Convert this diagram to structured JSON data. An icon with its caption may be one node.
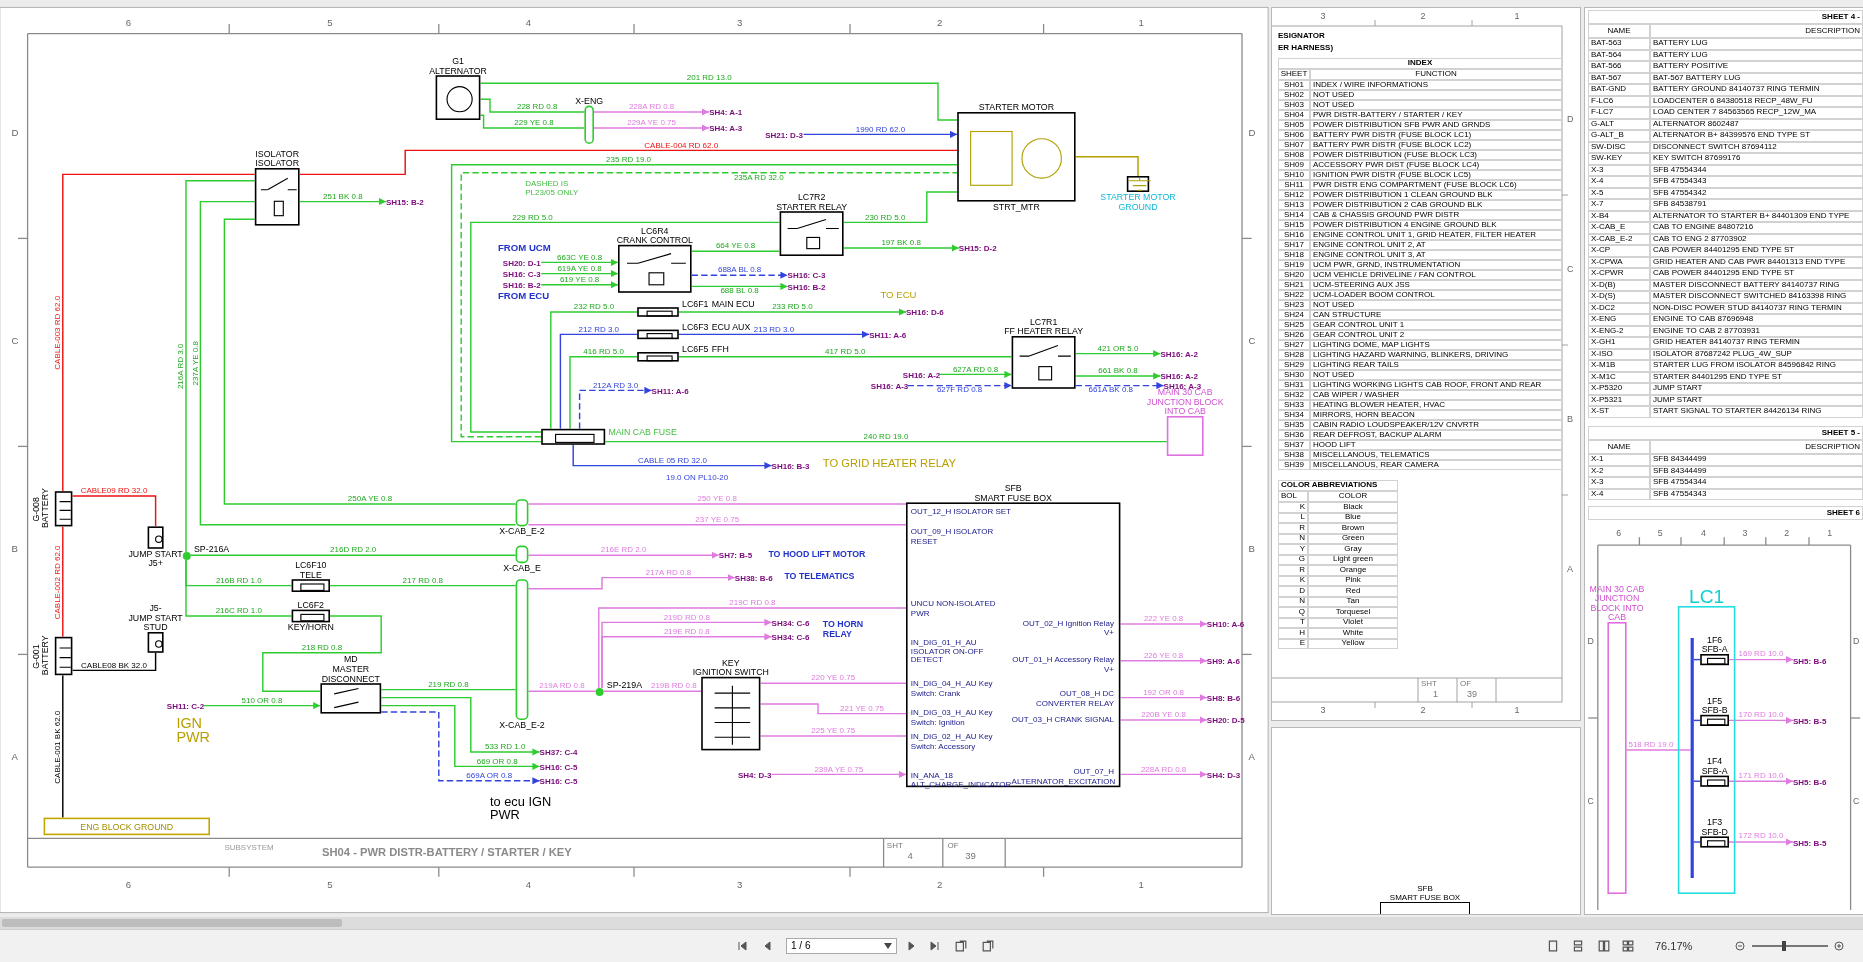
{
  "diagram": {
    "nodes": [
      {
        "text": [
          "G1",
          "ALTERNATOR"
        ]
      },
      {
        "text": [
          "ISOLATOR",
          "ISOLATOR"
        ]
      },
      {
        "text": [
          "G-008",
          "BATTERY"
        ]
      },
      {
        "text": [
          "G-001",
          "BATTERY"
        ]
      },
      {
        "text": [
          "JUMP START",
          "J5+"
        ]
      },
      {
        "text": [
          "J5-",
          "JUMP START STUD"
        ]
      },
      {
        "text": [
          "ENG BLOCK GROUND"
        ]
      },
      {
        "text": [
          "LC6F10",
          "TELE"
        ]
      },
      {
        "text": [
          "LC6F2",
          "KEY/HORN"
        ]
      },
      {
        "text": [
          "MD",
          "MASTER DISCONNECT"
        ]
      },
      {
        "text": [
          "MAIN CAB FUSE"
        ]
      },
      {
        "text": [
          "LC6R4",
          "CRANK CONTROL"
        ]
      },
      {
        "text": [
          "LC6F1",
          "MAIN ECU"
        ]
      },
      {
        "text": [
          "LC6F3",
          "ECU AUX"
        ]
      },
      {
        "text": [
          "LC6F5",
          "FFH"
        ]
      },
      {
        "text": [
          "LC7R2",
          "STARTER RELAY"
        ]
      },
      {
        "text": [
          "STARTER MOTOR",
          "STRT_MTR"
        ]
      },
      {
        "text": [
          "LC7R1",
          "FF HEATER RELAY"
        ]
      },
      {
        "text": [
          "MAIN 30 CAB JUNCTION BLOCK INTO CAB"
        ]
      },
      {
        "text": [
          "SFB",
          "SMART FUSE BOX",
          "OUT_12_H ISOLATOR SET",
          "OUT_09_H ISOLATOR RESET",
          "UNCU NON-ISOLATED PWR",
          "IN_DIG_01_H_AU ISOLATOR ON-OFF DETECT",
          "IN_DIG_04_H_AU Key Switch: Crank",
          "IN_DIG_03_H_AU Key Switch: Ignition",
          "IN_DIG_02_H_AU Key Switch: Accessory",
          "IN_ANA_18 ALT_CHARGE_INDICATOR",
          "OUT_02_H Ignition Relay V+",
          "OUT_01_H Accessory Relay V+",
          "OUT_08_H DC CONVERTER RELAY",
          "OUT_03_H CRANK SIGNAL",
          "OUT_07_H ALTERNATOR_EXCITATION"
        ]
      },
      {
        "text": [
          "KEY",
          "IGNITION SWITCH"
        ]
      },
      {
        "text": [
          "X-ENG"
        ]
      },
      {
        "text": [
          "X-CAB_E-2"
        ]
      },
      {
        "text": [
          "X-CAB_E"
        ]
      },
      {
        "text": [
          "X-CAB_E-2"
        ]
      },
      {
        "text": [
          "SP-216A"
        ]
      },
      {
        "text": [
          "SP-219A"
        ]
      },
      {
        "text": [
          "SH15: B-2"
        ]
      },
      {
        "text": [
          "SH4: A-1"
        ]
      },
      {
        "text": [
          "SH4: A-3"
        ]
      },
      {
        "text": [
          "SH21: D-3"
        ]
      },
      {
        "text": [
          "SH15: D-2"
        ]
      },
      {
        "text": [
          "SH20: D-1"
        ]
      },
      {
        "text": [
          "SH16: C-3"
        ]
      },
      {
        "text": [
          "SH16: B-2"
        ]
      },
      {
        "text": [
          "SH16: C-3"
        ]
      },
      {
        "text": [
          "SH16: B-2"
        ]
      },
      {
        "text": [
          "SH16: D-6"
        ]
      },
      {
        "text": [
          "SH11: A-6"
        ]
      },
      {
        "text": [
          "SH11: A-6"
        ]
      },
      {
        "text": [
          "SH16: A-2"
        ]
      },
      {
        "text": [
          "SH16: A-2"
        ]
      },
      {
        "text": [
          "SH16: A-2"
        ]
      },
      {
        "text": [
          "SH16: A-3"
        ]
      },
      {
        "text": [
          "SH16: A-3"
        ]
      },
      {
        "text": [
          "SH16: B-3"
        ]
      },
      {
        "text": [
          "SH7: B-5"
        ]
      },
      {
        "text": [
          "SH38: B-6"
        ]
      },
      {
        "text": [
          "SH34: C-6"
        ]
      },
      {
        "text": [
          "SH34: C-6"
        ]
      },
      {
        "text": [
          "SH11: C-2"
        ]
      },
      {
        "text": [
          "SH37: C-4"
        ]
      },
      {
        "text": [
          "SH16: C-5"
        ]
      },
      {
        "text": [
          "SH16: C-5"
        ]
      },
      {
        "text": [
          "SH4: D-3"
        ]
      },
      {
        "text": [
          "SH10: A-6"
        ]
      },
      {
        "text": [
          "SH9: A-6"
        ]
      },
      {
        "text": [
          "SH8: B-6"
        ]
      },
      {
        "text": [
          "SH20: D-5"
        ]
      },
      {
        "text": [
          "SH4: D-3"
        ]
      },
      {
        "text": [
          "MAIN 30 CAB JUNCTION BLOCK INTO CAB"
        ]
      },
      {
        "text": [
          "LC1"
        ]
      },
      {
        "text": [
          "1F6",
          "SFB-A"
        ],
        "in": 61
      },
      {
        "text": [
          "1F5",
          "SFB-B"
        ],
        "in": 61
      },
      {
        "text": [
          "1F4",
          "SFB-A"
        ],
        "in": 61
      },
      {
        "text": [
          "1F3",
          "SFB-D"
        ],
        "in": 61
      },
      {
        "text": [
          "SH5: B-6"
        ]
      },
      {
        "text": [
          "SH5: B-5"
        ]
      },
      {
        "text": [
          "SH5: B-6"
        ]
      },
      {
        "text": [
          "SH5: B-5"
        ]
      },
      {
        "text": [
          "SFB",
          "SMART FUSE BOX"
        ]
      },
      {
        "text": [
          "STARTER MOTOR GROUND"
        ]
      },
      {
        "text": [],
        "shape": "bar",
        "in": 61
      }
    ],
    "edges": [
      {
        "from": 2,
        "to": 1,
        "arrow": "none",
        "label": "CABLE-003 RD 62.0",
        "color": "#ee1111"
      },
      {
        "from": 1,
        "to": 16,
        "arrow": "none",
        "label": "CABLE-004 RD 62.0",
        "color": "#ee1111"
      },
      {
        "from": 2,
        "to": 4,
        "arrow": "none",
        "label": "CABLE09 RD 32.0",
        "color": "#ee1111"
      },
      {
        "from": 3,
        "to": 2,
        "arrow": "none",
        "label": "CABLE-002 RD 62.0",
        "color": "#ee1111"
      },
      {
        "from": 3,
        "to": 5,
        "arrow": "none",
        "label": "CABLE08 BK 32.0",
        "color": "#000000"
      },
      {
        "from": 3,
        "to": 6,
        "arrow": "none",
        "label": "CABLE-001 BK 62.0",
        "color": "#000000"
      },
      {
        "from": 1,
        "to": 27,
        "arrow": "to",
        "label": "251 BK 0.8"
      },
      {
        "from": 0,
        "to": 21,
        "arrow": "none",
        "label": "228 RD 0.8"
      },
      {
        "from": 0,
        "to": 21,
        "arrow": "none",
        "label": "229 YE 0.8"
      },
      {
        "from": 21,
        "to": 28,
        "arrow": "to",
        "label": "228A RD 0.8",
        "color": "#e07be0"
      },
      {
        "from": 21,
        "to": 29,
        "arrow": "to",
        "label": "229A YE 0.75",
        "color": "#e07be0"
      },
      {
        "from": 0,
        "to": 16,
        "arrow": "none",
        "label": "201 RD 13.0"
      },
      {
        "from": 30,
        "to": 16,
        "arrow": "to",
        "label": "1990 RD 62.0",
        "color": "#3344dd"
      },
      {
        "from": 10,
        "to": 16,
        "arrow": "none",
        "label": "235 RD 19.0"
      },
      {
        "from": 10,
        "to": 16,
        "arrow": "none",
        "label": "235A RD 32.0",
        "style": "dashed"
      },
      {
        "from": 10,
        "to": 15,
        "arrow": "none",
        "label": "229 RD 5.0"
      },
      {
        "from": 15,
        "to": 16,
        "arrow": "none",
        "label": "230 RD 5.0"
      },
      {
        "from": 11,
        "to": 15,
        "arrow": "none",
        "label": "664 YE 0.8"
      },
      {
        "from": 15,
        "to": 31,
        "arrow": "to",
        "label": "197 BK 0.8"
      },
      {
        "from": 32,
        "to": 11,
        "arrow": "to",
        "label": "663C YE 0.8"
      },
      {
        "from": 33,
        "to": 11,
        "arrow": "to",
        "label": "619A YE 0.8"
      },
      {
        "from": 34,
        "to": 11,
        "arrow": "to",
        "label": "619 YE 0.8"
      },
      {
        "from": 11,
        "to": 35,
        "arrow": "to",
        "label": "688A BL 0.8",
        "style": "dashed",
        "color": "#3344dd"
      },
      {
        "from": 11,
        "to": 36,
        "arrow": "to",
        "label": "688 BL 0.8"
      },
      {
        "from": 10,
        "to": 12,
        "arrow": "none",
        "label": "232 RD 5.0"
      },
      {
        "from": 12,
        "to": 37,
        "arrow": "to",
        "label": "233 RD 5.0"
      },
      {
        "from": 10,
        "to": 13,
        "arrow": "none",
        "label": "212 RD 3.0",
        "color": "#3344dd"
      },
      {
        "from": 13,
        "to": 38,
        "arrow": "to",
        "label": "213 RD 3.0",
        "color": "#3344dd"
      },
      {
        "from": 10,
        "to": 14,
        "arrow": "none",
        "label": "416 RD 5.0"
      },
      {
        "from": 14,
        "to": 17,
        "arrow": "none",
        "label": "417 RD 5.0"
      },
      {
        "from": 10,
        "to": 39,
        "arrow": "to",
        "label": "212A RD 3.0",
        "style": "dashed",
        "color": "#3344dd"
      },
      {
        "from": 17,
        "to": 40,
        "arrow": "to",
        "label": "421 OR 5.0"
      },
      {
        "from": 17,
        "to": 41,
        "arrow": "to",
        "label": "661 BK 0.8"
      },
      {
        "from": 42,
        "to": 17,
        "arrow": "to",
        "label": "627A RD 0.8"
      },
      {
        "from": 43,
        "to": 17,
        "arrow": "to",
        "label": "627F RD 0.8",
        "style": "dashed",
        "color": "#3344dd"
      },
      {
        "from": 17,
        "to": 44,
        "arrow": "to",
        "label": "661A BK 0.8",
        "style": "dashed",
        "color": "#3344dd"
      },
      {
        "from": 10,
        "to": 18,
        "arrow": "none",
        "label": "240 RD 19.0"
      },
      {
        "from": 10,
        "to": 45,
        "arrow": "to",
        "label": "CABLE 05 RD 32.0",
        "color": "#3344dd"
      },
      {
        "from": 1,
        "to": 25,
        "arrow": "none",
        "label": "216A RD 3.0"
      },
      {
        "from": 1,
        "to": 22,
        "arrow": "none",
        "label": "237A YE 0.8"
      },
      {
        "from": 1,
        "to": 22,
        "arrow": "none",
        "label": "250A YE 0.8"
      },
      {
        "from": 22,
        "to": 19,
        "arrow": "none",
        "label": "250 YE 0.8",
        "color": "#e07be0"
      },
      {
        "from": 22,
        "to": 19,
        "arrow": "none",
        "label": "237 YE 0.75",
        "color": "#e07be0"
      },
      {
        "from": 25,
        "to": 23,
        "arrow": "none",
        "label": "216D RD 2.0"
      },
      {
        "from": 23,
        "to": 46,
        "arrow": "to",
        "label": "216E RD 2.0",
        "color": "#e07be0"
      },
      {
        "from": 25,
        "to": 7,
        "arrow": "none",
        "label": "216B RD 1.0"
      },
      {
        "from": 7,
        "to": 24,
        "arrow": "none",
        "label": "217 RD 0.8"
      },
      {
        "from": 24,
        "to": 47,
        "arrow": "to",
        "label": "217A RD 0.8",
        "color": "#e07be0"
      },
      {
        "from": 25,
        "to": 8,
        "arrow": "none",
        "label": "216C RD 1.0"
      },
      {
        "from": 8,
        "to": 9,
        "arrow": "none",
        "label": "218 RD 0.8"
      },
      {
        "from": 50,
        "to": 9,
        "arrow": "to",
        "label": "510 OR 0.8"
      },
      {
        "from": 9,
        "to": 24,
        "arrow": "none",
        "label": "219 RD 0.8"
      },
      {
        "from": 24,
        "to": 26,
        "arrow": "none",
        "label": "219A RD 0.8",
        "color": "#e07be0"
      },
      {
        "from": 26,
        "to": 19,
        "arrow": "none",
        "label": "219C RD 0.8",
        "color": "#e07be0"
      },
      {
        "from": 26,
        "to": 48,
        "arrow": "to",
        "label": "219D RD 0.8",
        "color": "#e07be0"
      },
      {
        "from": 26,
        "to": 49,
        "arrow": "to",
        "label": "219E RD 0.8",
        "color": "#e07be0"
      },
      {
        "from": 26,
        "to": 20,
        "arrow": "none",
        "label": "219B RD 0.8",
        "color": "#e07be0"
      },
      {
        "from": 9,
        "to": 51,
        "arrow": "to",
        "label": "533 RD 1.0"
      },
      {
        "from": 9,
        "to": 52,
        "arrow": "to",
        "label": "669 OR 0.8"
      },
      {
        "from": 9,
        "to": 53,
        "arrow": "to",
        "label": "669A OR 0.8",
        "style": "dashed",
        "color": "#3344dd"
      },
      {
        "from": 20,
        "to": 19,
        "arrow": "none",
        "label": "220 YE 0.75",
        "color": "#e07be0"
      },
      {
        "from": 20,
        "to": 19,
        "arrow": "none",
        "label": "221 YE 0.75",
        "color": "#e07be0"
      },
      {
        "from": 20,
        "to": 19,
        "arrow": "none",
        "label": "225 YE 0.75",
        "color": "#e07be0"
      },
      {
        "from": 54,
        "to": 19,
        "arrow": "to",
        "label": "239A YE 0.75",
        "color": "#e07be0"
      },
      {
        "from": 19,
        "to": 55,
        "arrow": "to",
        "label": "222 YE 0.8",
        "color": "#e07be0"
      },
      {
        "from": 19,
        "to": 56,
        "arrow": "to",
        "label": "226 YE 0.8",
        "color": "#e07be0"
      },
      {
        "from": 19,
        "to": 57,
        "arrow": "to",
        "label": "192 OR 0.8",
        "color": "#e07be0"
      },
      {
        "from": 19,
        "to": 58,
        "arrow": "to",
        "label": "220B YE 0.8",
        "color": "#e07be0"
      },
      {
        "from": 19,
        "to": 59,
        "arrow": "to",
        "label": "228A RD 0.8",
        "color": "#e07be0"
      },
      {
        "from": 60,
        "to": 72,
        "arrow": "none",
        "label": "518 RD 19.0",
        "color": "#e07be0"
      },
      {
        "from": 62,
        "to": 66,
        "arrow": "to",
        "label": "169 RD 10.0",
        "color": "#e07be0"
      },
      {
        "from": 63,
        "to": 67,
        "arrow": "to",
        "label": "170 RD 10.0",
        "color": "#e07be0"
      },
      {
        "from": 64,
        "to": 68,
        "arrow": "to",
        "label": "171 RD 10.0",
        "color": "#e07be0"
      },
      {
        "from": 65,
        "to": 69,
        "arrow": "to",
        "label": "172 RD 10.0",
        "color": "#e07be0"
      },
      {
        "from": 16,
        "to": 71,
        "arrow": "none",
        "color": "#b0a000"
      },
      {
        "from": 72,
        "to": 62,
        "arrow": "none",
        "color": "#3344dd"
      },
      {
        "from": 72,
        "to": 63,
        "arrow": "none",
        "color": "#3344dd"
      },
      {
        "from": 72,
        "to": 64,
        "arrow": "none",
        "color": "#3344dd"
      },
      {
        "from": 72,
        "to": 65,
        "arrow": "none",
        "color": "#3344dd"
      }
    ],
    "labels": [
      "3",
      "2",
      "1",
      "D",
      "C",
      "B",
      "A",
      "3",
      "2",
      "1",
      "SHT",
      "1",
      "OF",
      "39",
      "ESIGNATOR",
      "ER HARNESS)",
      "INDEX",
      "SHEET",
      "FUNCTION",
      "SH01",
      "INDEX / WIRE INFORMATIONS",
      "SH02",
      "NOT USED",
      "SH03",
      "NOT USED",
      "SH04",
      "PWR DISTR-BATTERY / STARTER / KEY",
      "SH05",
      "POWER DISTRIBUTION SFB PWR AND GRNDS",
      "SH06",
      "BATTERY PWR DISTR (FUSE BLOCK LC1)",
      "SH07",
      "BATTERY PWR DISTR (FUSE BLOCK LC2)",
      "SH08",
      "POWER DISTRIBUTION (FUSE BLOCK LC3)",
      "SH09",
      "ACCESSORY PWR DIST (FUSE BLOCK LC4)",
      "SH10",
      "IGNITION PWR DISTR (FUSE BLOCK LC5)",
      "SH11",
      "PWR DISTR ENG COMPARTMENT (FUSE BLOCK LC6)",
      "SH12",
      "POWER DISTRIBUTION 1 CLEAN GROUND BLK",
      "SH13",
      "POWER DISTRIBUTION 2 CAB GROUND BLK",
      "SH14",
      "CAB & CHASSIS GROUND PWR DISTR",
      "SH15",
      "POWER DISTRIBUTION 4 ENGINE GROUND BLK",
      "SH16",
      "ENGINE CONTROL UNIT 1, GRID HEATER, FILTER HEATER",
      "SH17",
      "ENGINE CONTROL UNIT 2, AT",
      "SH18",
      "ENGINE CONTROL UNIT 3, AT",
      "SH19",
      "UCM PWR, GRND, INSTRUMENTATION",
      "SH20",
      "UCM VEHICLE DRIVELINE / FAN CONTROL",
      "SH21",
      "UCM-STEERING AUX JSS",
      "SH22",
      "UCM-LOADER BOOM CONTROL",
      "SH23",
      "NOT USED",
      "SH24",
      "CAN STRUCTURE",
      "SH25",
      "GEAR CONTROL UNIT 1",
      "SH26",
      "GEAR CONTROL UNIT 2",
      "SH27",
      "LIGHTING DOME, MAP LIGHTS",
      "SH28",
      "LIGHTING HAZARD WARNING, BLINKERS, DRIVING",
      "SH29",
      "LIGHTING REAR TAILS",
      "SH30",
      "NOT USED",
      "SH31",
      "LIGHTING WORKING LIGHTS CAB ROOF, FRONT AND REAR",
      "SH32",
      "CAB WIPER / WASHER",
      "SH33",
      "HEATING BLOWER HEATER, HVAC",
      "SH34",
      "MIRRORS, HORN BEACON",
      "SH35",
      "CABIN RADIO LOUDSPEAKER/12V CNVRTR",
      "SH36",
      "REAR DEFROST, BACKUP ALARM",
      "SH37",
      "HOOD LIFT",
      "SH38",
      "MISCELLANOUS, TELEMATICS",
      "SH39",
      "MISCELLANOUS, REAR CAMERA",
      "COLOR ABBREVIATIONS",
      "BOL",
      "COLOR",
      "K",
      "Black",
      "L",
      "Blue",
      "R",
      "Brown",
      "N",
      "Green",
      "Y",
      "Gray",
      "G",
      "Light green",
      "R",
      "Orange",
      "K",
      "Pink",
      "D",
      "Red",
      "N",
      "Tan",
      "Q",
      "Torquesel",
      "T",
      "Violet",
      "H",
      "White",
      "E",
      "Yellow",
      "6",
      "5",
      "4",
      "3",
      "2",
      "1",
      "D",
      "C",
      "B",
      "A",
      "D",
      "C",
      "B",
      "A",
      "6",
      "5",
      "4",
      "3",
      "2",
      "1",
      "SUBSYSTEM",
      "SH04 - PWR DISTR-BATTERY / STARTER / KEY",
      "SHT",
      "4",
      "OF",
      "39",
      "DASHED IS PL23/05 ONLY",
      "FROM UCM",
      "FROM ECU",
      "TO ECU",
      "19.0 ON PL10-20",
      "TO GRID HEATER RELAY",
      "TO HOOD LIFT MOTOR",
      "TO TELEMATICS",
      "TO HORN RELAY",
      "IGN PWR",
      "to ecu IGN PWR",
      "SHEET 4 -",
      "NAME",
      "DESCRIPTION",
      "BAT-563",
      "BATTERY LUG",
      "BAT-564",
      "BATTERY LUG",
      "BAT-566",
      "BATTERY POSITIVE",
      "BAT-567",
      "BAT-567 BATTERY LUG",
      "BAT-GND",
      "BATTERY GROUND 84140737 RING TERMIN",
      "F-LC6",
      "LOADCENTER 6 84380518 RECP_48W_FU",
      "F-LC7",
      "LOAD CENTER 7 84563565 RECP_12W_MA",
      "G-ALT",
      "ALTERNATOR 8602487",
      "G-ALT_B",
      "ALTERNATOR B+ 84399576 END TYPE ST",
      "SW-DISC",
      "DISCONNECT SWITCH 87694112",
      "SW-KEY",
      "KEY SWITCH 87699176",
      "X-3",
      "SFB 47554344",
      "X-4",
      "SFB 47554343",
      "X-5",
      "SFB 47554342",
      "X-7",
      "SFB 84538791",
      "X-B4",
      "ALTERNATOR TO STARTER B+ 84401309 END TYPE",
      "X-CAB_E",
      "CAB TO ENGINE 84807216",
      "X-CAB_E-2",
      "CAB TO ENG 2 87703902",
      "X-CP",
      "CAB POWER 84401295 END TYPE ST",
      "X-CPWA",
      "GRID HEATER AND CAB PWR 84401313 END TYPE",
      "X-CPWR",
      "CAB POWER 84401295 END TYPE ST",
      "X-D(B)",
      "MASTER DISCONNECT BATTERY 84140737 RING",
      "X-D(S)",
      "MASTER DISCONNECT SWITCHED 84163398 RING",
      "X-DC2",
      "NON-DISC POWER STUD 84140737 RING TERMIN",
      "X-ENG",
      "ENGINE TO CAB 87696948",
      "X-ENG-2",
      "ENGINE TO CAB 2 87703931",
      "X-GH1",
      "GRID HEATER 84140737 RING TERMIN",
      "X-ISO",
      "ISOLATOR 87687242 PLUG_4W_SUP",
      "X-M1B",
      "STARTER LUG FROM ISOLATOR 84596842 RING",
      "X-M1C",
      "STARTER 84401295 END TYPE ST",
      "X-P5320",
      "JUMP START",
      "X-P5321",
      "JUMP START",
      "X-ST",
      "START SIGNAL TO STARTER 84426134 RING",
      "SHEET 5 -",
      "NAME",
      "DESCRIPTION",
      "X-1",
      "SFB 84344499",
      "X-2",
      "SFB 84344499",
      "X-3",
      "SFB 47554344",
      "X-4",
      "SFB 47554343",
      "SHEET 6",
      "6",
      "5",
      "4",
      "3",
      "2",
      "1",
      "D",
      "C",
      "D",
      "C",
      "1 / 6",
      "76.17%"
    ]
  }
}
